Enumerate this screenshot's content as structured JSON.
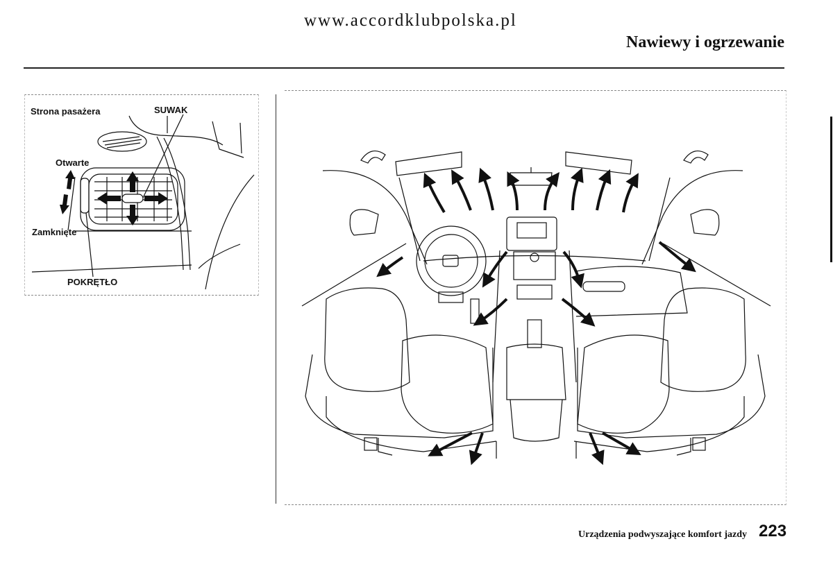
{
  "header": {
    "url": "www.accordklubpolska.pl",
    "section_title": "Nawiewy i ogrzewanie"
  },
  "figure_vent": {
    "title": "Strona pasażera",
    "labels": {
      "slider": "SUWAK",
      "open": "Otwarte",
      "closed": "Zamknięte",
      "knob": "POKRĘTŁO"
    }
  },
  "figure_cabin": {
    "description": "Airflow directions in the cabin",
    "arrow_groups": [
      "windshield-defrost",
      "dashboard-vents",
      "footwell",
      "rear-under-seat"
    ]
  },
  "footer": {
    "chapter": "Urządzenia podwyszające komfort jazdy",
    "page_number": "223"
  }
}
